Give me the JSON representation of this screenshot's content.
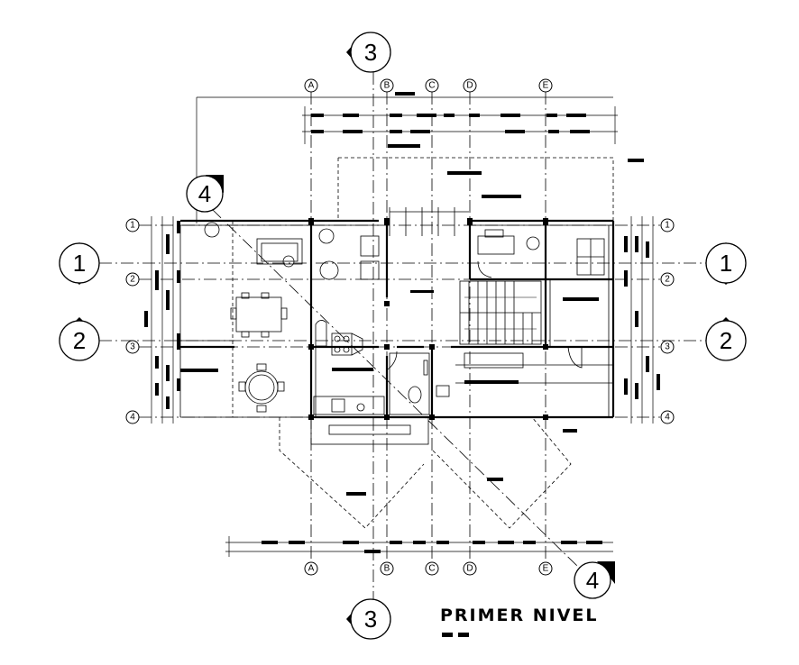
{
  "title": "PRIMER NIVEL",
  "grid_columns": [
    "A",
    "B",
    "C",
    "D",
    "E"
  ],
  "grid_rows": [
    "1",
    "2",
    "3",
    "4"
  ],
  "sections": {
    "s1": "1",
    "s2": "2",
    "s3": "3",
    "s4": "4"
  }
}
